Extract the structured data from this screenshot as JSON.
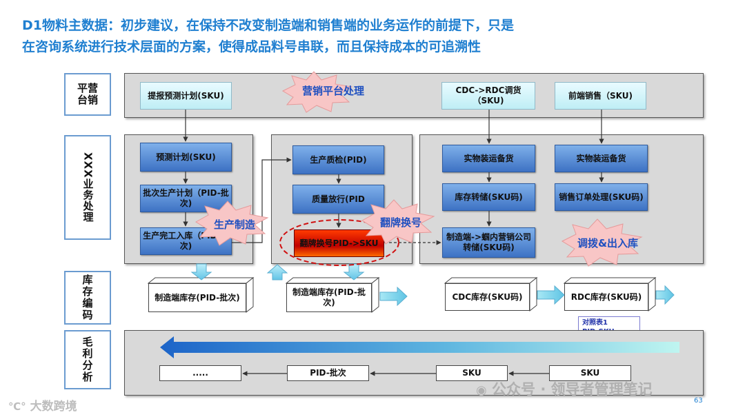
{
  "title": {
    "line1": "D1物料主数据：初步建议，在保持不改变制造端和销售端的业务运作的前提下，只是",
    "line2": "在咨询系统进行技术层面的方案，使得成品料号串联，而且保持成本的可追溯性"
  },
  "rows": {
    "platform": "平营台销",
    "business": "XXX业务处理",
    "inventory": "库存编码",
    "margin": "毛利分析"
  },
  "platform_band": {
    "forecast_plan": "提报预测计划(SKU)",
    "cdc_rdc": "CDC->RDC调货（SKU)",
    "front_sales": "前端销售（SKU)",
    "star_label": "营销平台处理"
  },
  "manufacturing": {
    "forecast": "预测计划(SKU)",
    "batch_plan": "批次生产计划（PID-批次)",
    "completion": "生产完工入库（PID-批次)",
    "star_label": "生产制造"
  },
  "quality": {
    "inspection": "生产质检(PID)",
    "release": "质量放行(PID",
    "relabel": "翻牌换号PID->SKU",
    "star_label": "翻牌换号"
  },
  "logistics": {
    "ship1": "实物装运备货",
    "ship2": "实物装运备货",
    "storage": "库存转储(SKU码)",
    "order": "销售订单处理(SKU码)",
    "transfer": "制造端->蝈内营销公司转储(SKU码)",
    "star_label": "调拨&出入库"
  },
  "inventory": {
    "mfg1": "制造端库存(PID-批次)",
    "mfg2": "制造端库存(PID-批次)",
    "cdc": "CDC库存(SKU码)",
    "rdc": "RDC库存(SKU码)"
  },
  "mapping_note": {
    "line1": "对照表1",
    "line2": "PID-SKU"
  },
  "margin_band": {
    "box1": ".....",
    "box2": "PID-批次",
    "box3": "SKU",
    "box4": "SKU"
  },
  "watermarks": {
    "left": "大数跨境",
    "right": "公众号 · 领导者管理笔记"
  },
  "page_number": "63",
  "colors": {
    "title": "#1f7fd0",
    "star_fill": "#f8c6c6",
    "star_text_accent": "#1f50c0",
    "big_arrow": "#1c64c8"
  }
}
